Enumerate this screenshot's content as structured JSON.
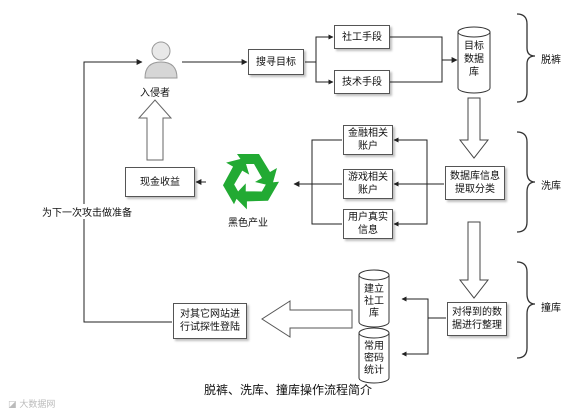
{
  "attacker": {
    "label": "入侵者"
  },
  "nodes": {
    "search_target": "搜寻目标",
    "social_method": "社工手段",
    "tech_method": "技术手段",
    "target_db": "目标数据库",
    "finance_account": "金融相关账户",
    "game_account": "游戏相关账户",
    "real_info": "用户真实信息",
    "db_extract": "数据库信息提取分类",
    "cash_profit": "现金收益",
    "build_social_db": "建立社工库",
    "password_stats": "常用密码统计",
    "organize_data": "对得到的数据进行整理",
    "try_login": "对其它网站进行试探性登陆"
  },
  "black_industry": {
    "label": "黑色产业",
    "icon": "recycle-icon",
    "color": "#22aa33"
  },
  "prepare_next": "为下一次攻击做准备",
  "phases": {
    "tuoku": "脱裤",
    "xiku": "洗库",
    "zhuangku": "撞库"
  },
  "caption": "脱裤、洗库、撞库操作流程简介",
  "watermark": "大数据网"
}
